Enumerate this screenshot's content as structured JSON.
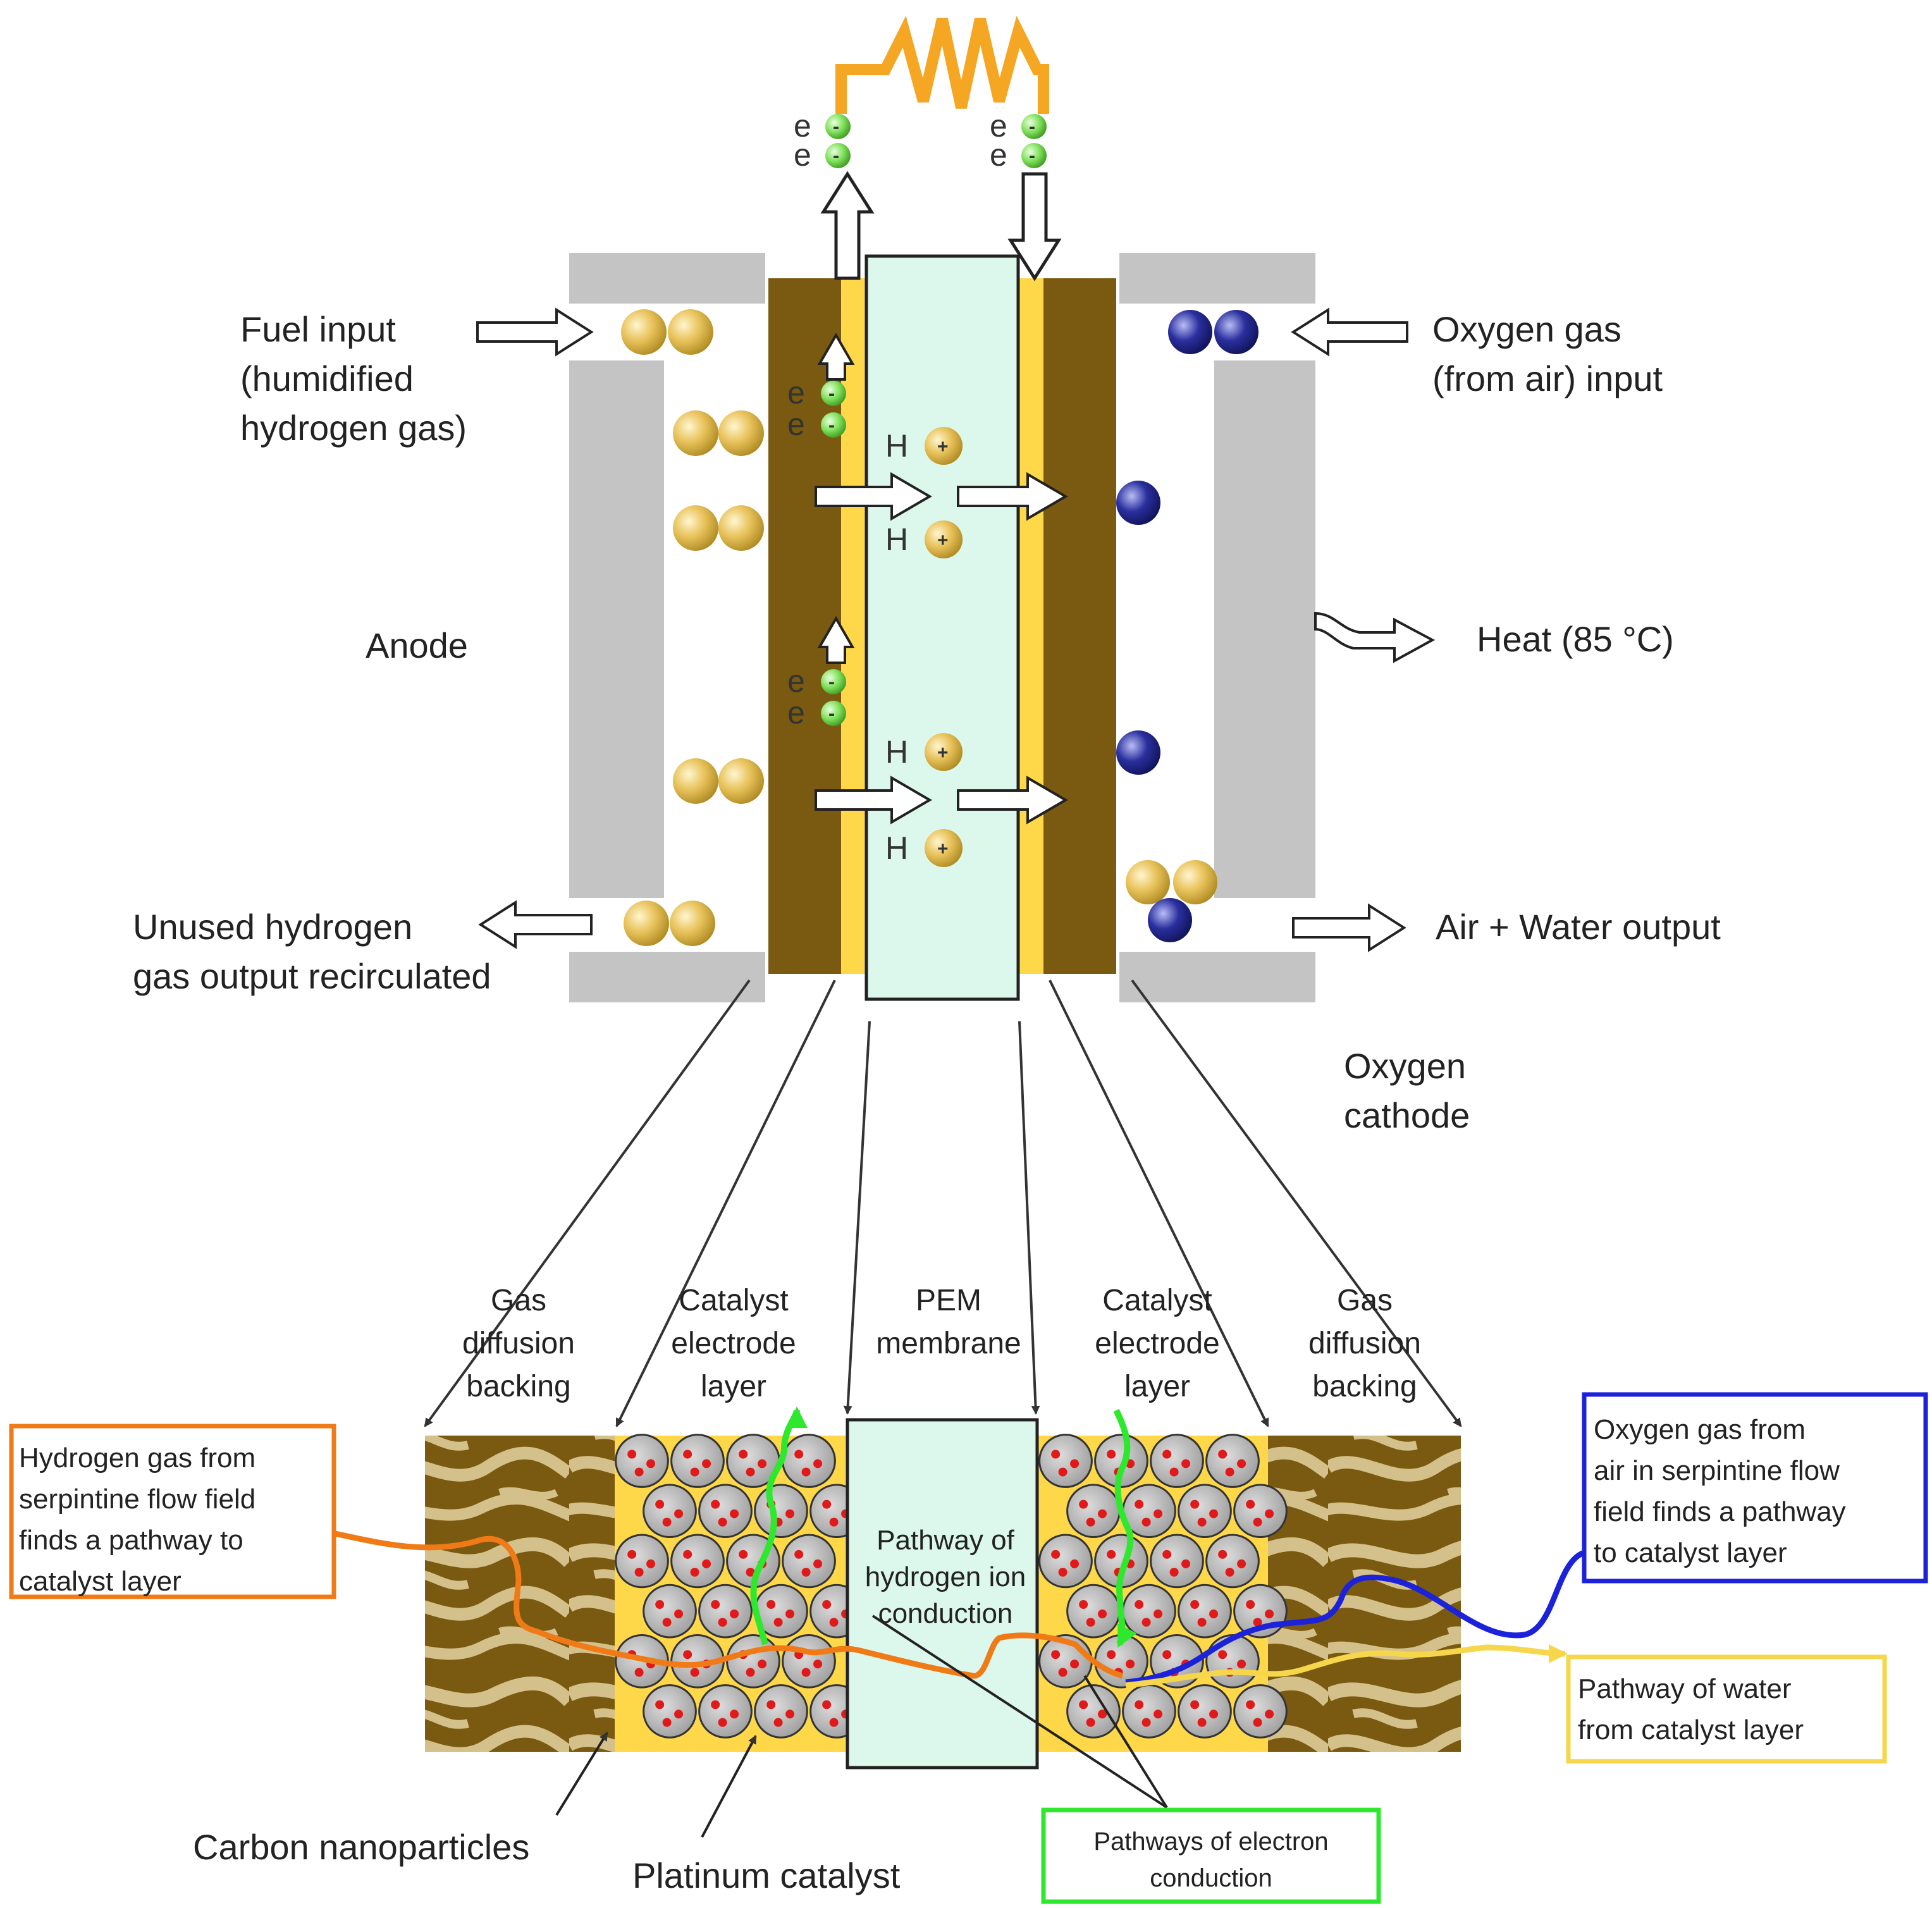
{
  "labels": {
    "fuel_input": [
      "Fuel input",
      "(humidified",
      "hydrogen gas)"
    ],
    "oxygen_input": [
      "Oxygen gas",
      "(from air) input"
    ],
    "anode": "Anode",
    "heat": "Heat (85 °C)",
    "unused_h2": [
      "Unused hydrogen",
      "gas output recirculated"
    ],
    "air_water": "Air + Water output",
    "cathode": [
      "Oxygen",
      "cathode"
    ],
    "layer_gdb_left": [
      "Gas",
      "diffusion",
      "backing"
    ],
    "layer_cat_left": [
      "Catalyst",
      "electrode",
      "layer"
    ],
    "layer_pem": [
      "PEM",
      "membrane"
    ],
    "layer_cat_right": [
      "Catalyst",
      "electrode",
      "layer"
    ],
    "layer_gdb_right": [
      "Gas",
      "diffusion",
      "backing"
    ],
    "h2_pathway": [
      "Hydrogen gas from",
      "serpintine flow field",
      "finds a pathway to",
      "catalyst layer"
    ],
    "o2_pathway": [
      "Oxygen gas from",
      "air in serpintine flow",
      "field finds a pathway",
      "to catalyst layer"
    ],
    "ion_pathway": [
      "Pathway of",
      "hydrogen ion",
      "conduction"
    ],
    "water_pathway": [
      "Pathway of water",
      "from catalyst layer"
    ],
    "electron_pathway": [
      "Pathways of electron",
      "conduction"
    ],
    "carbon": "Carbon nanoparticles",
    "platinum": "Platinum catalyst"
  },
  "symbols": {
    "electron": "e",
    "electron_charge": "-",
    "proton": "H",
    "proton_charge": "+"
  },
  "colors": {
    "plate_gray": "#c4c4c4",
    "gdl_brown": "#7a5a10",
    "gdl_light": "#d4c08a",
    "catalyst_yellow": "#ffd84a",
    "pem_fill": "#dcf7ec",
    "hydrogen_gold": "#e8c25a",
    "oxygen_blue": "#2a2f9e",
    "electron_green": "#7ee05a",
    "wire_orange": "#f5a623",
    "h2_path_orange": "#f07a16",
    "o2_path_blue": "#1c22d9",
    "water_path_yellow": "#f6d64a",
    "electron_path_green": "#2ee82e",
    "carbon_gray": "#b4b4b4",
    "platinum_red": "#e01a1a"
  },
  "icons": [
    "resistor-icon",
    "arrow-icon",
    "electron-icon",
    "proton-icon",
    "hydrogen-molecule-icon",
    "oxygen-atom-icon"
  ]
}
